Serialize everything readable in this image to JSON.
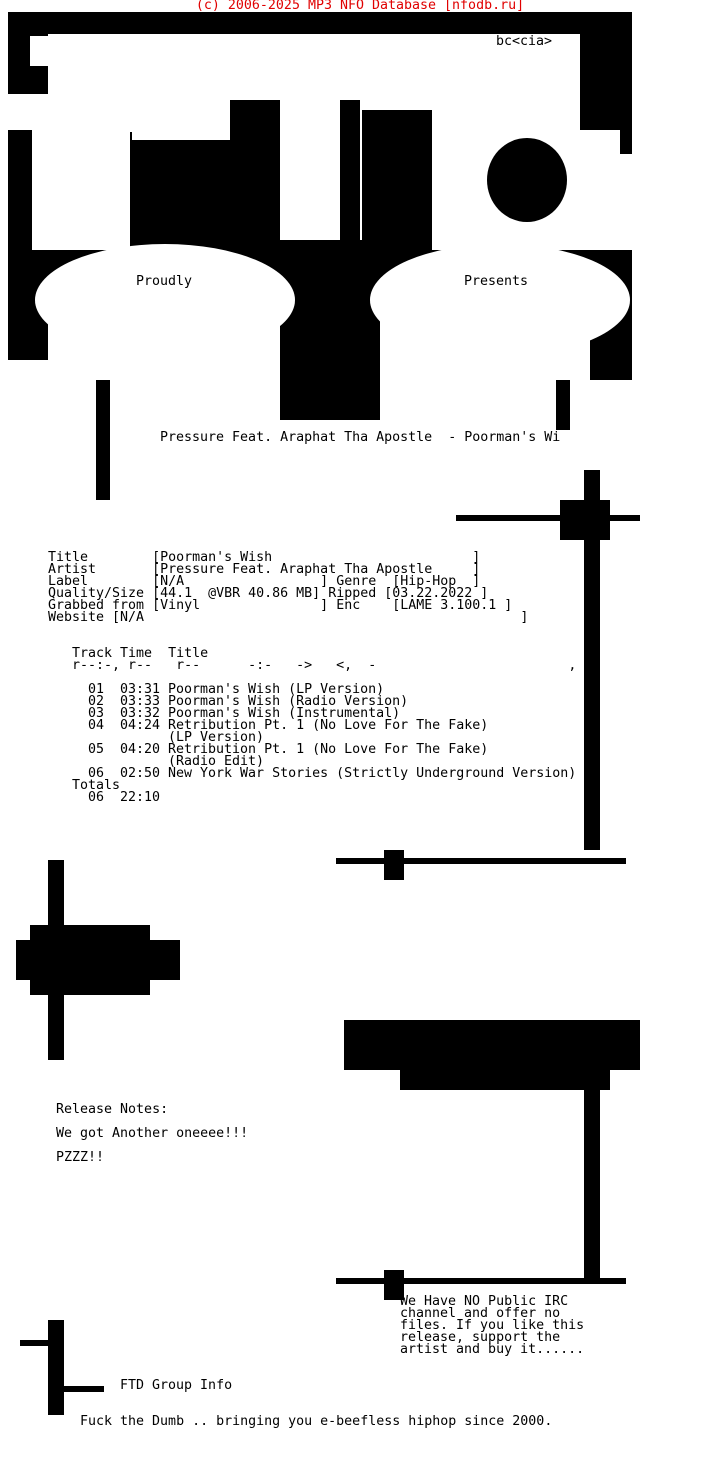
{
  "header": {
    "copyright": "(c) 2006-2025 MP3 NFO Database [nfodb.ru]",
    "color": "#e00000"
  },
  "art": {
    "credit": "bc<cia>",
    "proudly": "Proudly",
    "presents": "Presents",
    "release_line": "Pressure Feat. Araphat Tha Apostle  - Poorman's Wi"
  },
  "info": {
    "lines": [
      "Title        [Poorman's Wish                         ]",
      "Artist       [Pressure Feat. Araphat Tha Apostle     ]",
      "Label        [N/A                 ] Genre  [Hip-Hop  ]",
      "Quality/Size [44.1  @VBR 40.86 MB] Ripped [03.22.2022 ]",
      "Grabbed from [Vinyl               ] Enc    [LAME 3.100.1 ]",
      "Website [N/A                                               ]"
    ]
  },
  "tracklist": {
    "header": "Track Time  Title",
    "separator": "r--:-, r--   r--      -:-   ->   <,  -                        ,",
    "tracks": [
      {
        "num": "01",
        "time": "03:31",
        "title": "Poorman's Wish (LP Version)"
      },
      {
        "num": "02",
        "time": "03:33",
        "title": "Poorman's Wish (Radio Version)"
      },
      {
        "num": "03",
        "time": "03:32",
        "title": "Poorman's Wish (Instrumental)"
      },
      {
        "num": "04",
        "time": "04:24",
        "title": "Retribution Pt. 1 (No Love For The Fake)",
        "title_cont": "(LP Version)"
      },
      {
        "num": "05",
        "time": "04:20",
        "title": "Retribution Pt. 1 (No Love For The Fake)",
        "title_cont": "(Radio Edit)"
      },
      {
        "num": "06",
        "time": "02:50",
        "title": "New York War Stories (Strictly Underground Version)"
      }
    ],
    "totals_label": "Totals",
    "totals_num": "06",
    "totals_time": "22:10"
  },
  "notes": {
    "heading": "Release Notes:",
    "line1": "We got Another oneeee!!!",
    "line2": "PZZZ!!"
  },
  "irc": {
    "lines": [
      "We Have NO Public IRC",
      "channel and offer no",
      "files. If you like this",
      "release, support the",
      "artist and buy it......"
    ]
  },
  "group": {
    "heading": "FTD Group Info",
    "tagline": "Fuck the Dumb .. bringing you e-beefless hiphop since 2000."
  }
}
